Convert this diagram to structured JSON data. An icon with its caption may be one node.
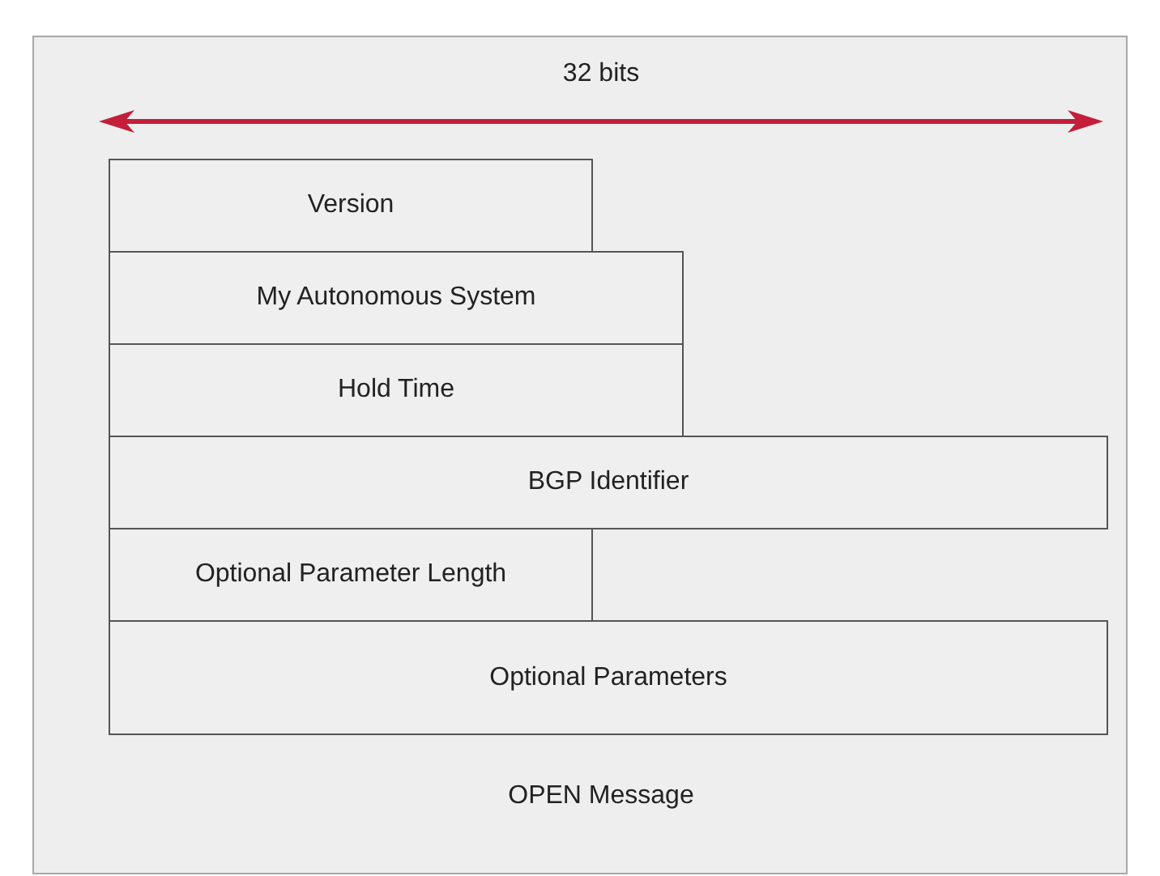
{
  "diagram": {
    "caption": "OPEN Message",
    "nodes": [
      {
        "text": [
          "Version"
        ]
      },
      {
        "text": [
          "My Autonomous System"
        ]
      },
      {
        "text": [
          "Hold Time"
        ]
      },
      {
        "text": [
          "BGP Identifier"
        ]
      },
      {
        "text": [
          "Optional Parameter Length"
        ]
      },
      {
        "text": [
          "Optional Parameters"
        ]
      }
    ],
    "labels": [
      "32 bits"
    ]
  }
}
